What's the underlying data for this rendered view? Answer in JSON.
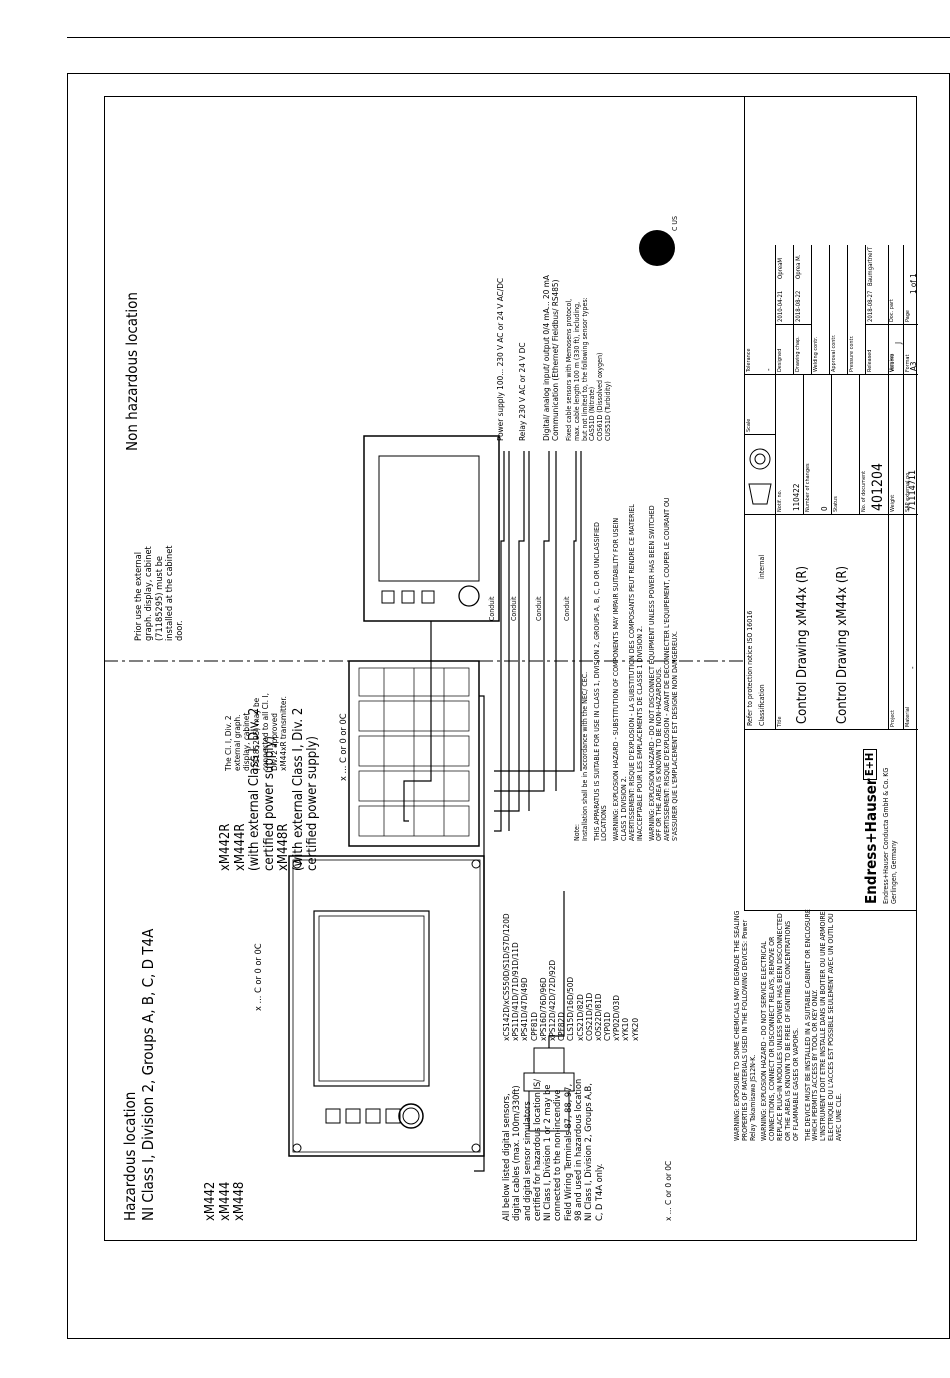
{
  "zones": {
    "hazardous_title": "Hazardous location",
    "hazardous_subtitle": "NI Class I, Division 2, Groups A, B, C, D   T4A",
    "non_hazardous_title": "Non hazardous location"
  },
  "devices": {
    "transmitters": [
      "xM442",
      "xM444",
      "xM448"
    ],
    "transmitter_output": "x ... C or 0 or 0C",
    "transmitters_r": [
      "xM442R",
      "xM444R",
      "(with external Class I, Div. 2",
      "certified power supply)",
      "xM448R",
      "(with external Class I, Div. 2",
      "certified power supply)"
    ],
    "transmitter_r_output": "x ... C or 0 or 0C"
  },
  "display_notes": {
    "prior": [
      "Prior use the external",
      "graph. display, cabinet",
      "(71185295) must be",
      "installed at the cabinet",
      "door."
    ],
    "approved": [
      "The Cl. I, Div. 2",
      "external graph.",
      "display, cabinet",
      "(71185295) may be",
      "connected to all Cl. I,",
      "Div. 2 approved",
      "xM44xR transmitter."
    ]
  },
  "sensors": {
    "intro": [
      "All below listed digital sensors,",
      "digital cables (max. 100m/330ft)",
      "and digital sensor simulators",
      "certified for hazardous location IS/",
      "NI Class I, Division 1 or 2 may be",
      "connected to the non-incendive",
      "Field Wiring Terminals 87, 88, 97,",
      "98 and used in hazardous location",
      "NI Class I, Division 2, Groups A,B,",
      "C, D T4A only."
    ],
    "list": [
      "xCS142D/xCS550D/S1D/S7D/120D",
      "xPS11D/41D/71D/91D/11D",
      "xPS41D/47D/49D",
      "CPF81D",
      "xPS16D/76D/96D",
      "xPS12D/42D/72D/92D",
      "CPF82D",
      "CLS15D/16D/50D",
      "xCS21D/82D",
      "COS21D/51D",
      "xOS22D/81D",
      "CYP01D",
      "xYP02D/03D",
      "xYK10",
      "xYK20"
    ],
    "output": "x ... C or 0 or 0C"
  },
  "conduits": [
    "Conduit",
    "Conduit",
    "Conduit",
    "Conduit"
  ],
  "connections": {
    "power": "Power supply 100... 230 V AC or 24 V AC/DC",
    "relay": "Relay 230 V AC or 24 V DC",
    "digital": [
      "Digital/ analog input/ output 0/4 mA... 20 mA",
      "Communication (Ethernet/ Fieldbus/ RS485)"
    ],
    "fixed_cable": [
      "Fixed cable sensors with Memosens protocol,",
      "max. cable length 100 m (330 ft), including,",
      "but not limited to, the following sensor types:",
      "CAS51D (Nitrate)",
      "COS61D (Dissolved oxygen)",
      "CUS51D (Turbidity)"
    ]
  },
  "notes": [
    "Note:",
    "Installation shall be in accordance with the NEC/ CEC.",
    "THIS APPARATUS IS SUITABLE FOR USE IN CLASS 1, DIVISION 2, GROUPS A, B, C, D OR UNCLASSIFIED",
    "LOCATIONS",
    "WARNING: EXPLOSION HAZARD - SUBSTITUTION OF COMPONENTS MAY IMPAIR SUITABILITY FOR USEIN",
    "CLASS 1 DIVISION 2.",
    "AVERTISSEMENT: RISQUE D'EXPLOSION - LA SUBSTITUTION DES COMPOSANTS PEUT RENDRE CE MATERIEL",
    "INACCEPTABLE POUR LES EMPLACEMENTS DE CLASSE 1 DIVISION 2.",
    "WARNING: EXPLOSION HAZARD - DO NOT DISCONNECT EQUIPMENT UNLESS POWER HAS BEEN SWITCHED",
    "OFF OR THE AREA IS KNOWN TO BE NON-HAZARDOUS.",
    "AVERTISSEMENT: RISQUE D'EXPLOSION - AVANT DE DECONNECTER L'EQUIPEMENT, COUPER LE COURANT OU",
    "S'ASSURER QUE L'EMPLACEMENT EST DESIGNE NON DANGEREUX."
  ],
  "notes2": [
    "WARNING: EXPOSURE TO SOME CHEMICALS MAY DEGRADE THE SEALING",
    "PROPERTIES OF MATERIALS USED IN THE FOLLOWING DEVICES: Power",
    "Relay Takamisawa JS12N-K.",
    "WARNING: EXPLOSION HAZARD - DO NOT SERVICE ELECTRICAL",
    "CONNECTIONS, CONNECT OR DISCONNECT RELAYS, REMOVE OR",
    "REPLACE PLUG-IN MODULES UNLESS POWER HAS BEEN DISCONNECTED",
    "OR THE AREA IS KNOWN TO BE FREE OF IGNITIBLE CONCENTRATIONS",
    "OF FLAMMABLE GASES OR VAPORS.",
    "THE DEVICE MUST BE INSTALLED IN A SUITABLE CABINET OR ENCLOSURE",
    "WHICH PERMITS ACCESS BY TOOL OR KEY ONLY.",
    "L'INSTRUMENT DOIT ETRE INSTALLE DANS UN BOITIER OU UNE ARMOIRE",
    "ELECTRIQUE OU L'ACCES EST POSSIBLE SEULEMENT AVEC UN OUTIL OU",
    "AVEC UNE CLE."
  ],
  "title_block": {
    "company": "Endress+Hauser",
    "company_full": [
      "Endress+Hauser Conducta GmbH & Co. KG",
      "Gerlingen, Germany"
    ],
    "logo": "E+H",
    "protection": "Refer to protection notice ISO 16016",
    "classification_label": "Classification",
    "classification": "internal",
    "title_label": "Title",
    "title1": "Control Drawing xM44x (R)",
    "title2": "Control Drawing xM44x (R)",
    "project_label": "Project",
    "material_label": "Material",
    "material": "-",
    "scale_label": "Scale",
    "notif_label": "Notif. no.",
    "notif": "110422",
    "changes_label": "Number of changes",
    "changes": "0",
    "status_label": "Status",
    "doc_label": "No. of document",
    "doc": "401204",
    "weight_label": "Weight",
    "sap_label": "SAP external no.",
    "sap": "71114711",
    "tolerance_label": "Tolerance",
    "tolerance": "-",
    "designed_label": "Designed",
    "designed": "2010-04-21",
    "designed_by": "OpreaM",
    "drawing_label": "Drawing chap.",
    "drawing": "2018-08-22",
    "drawing_by": "Oprea M.",
    "welding_label": "Welding contr.",
    "approval_label": "Approval contr.",
    "pressure_label": "Pressure contr.",
    "released_label": "Released",
    "released": "2018-08-27",
    "released_by": "BaumgartnerT",
    "version_label": "Version",
    "version": "J",
    "docpart_label": "Doc. part",
    "volume_label": "Volume",
    "format_label": "Format",
    "format": "A3",
    "page_label": "Page",
    "page": "1 of 1"
  }
}
